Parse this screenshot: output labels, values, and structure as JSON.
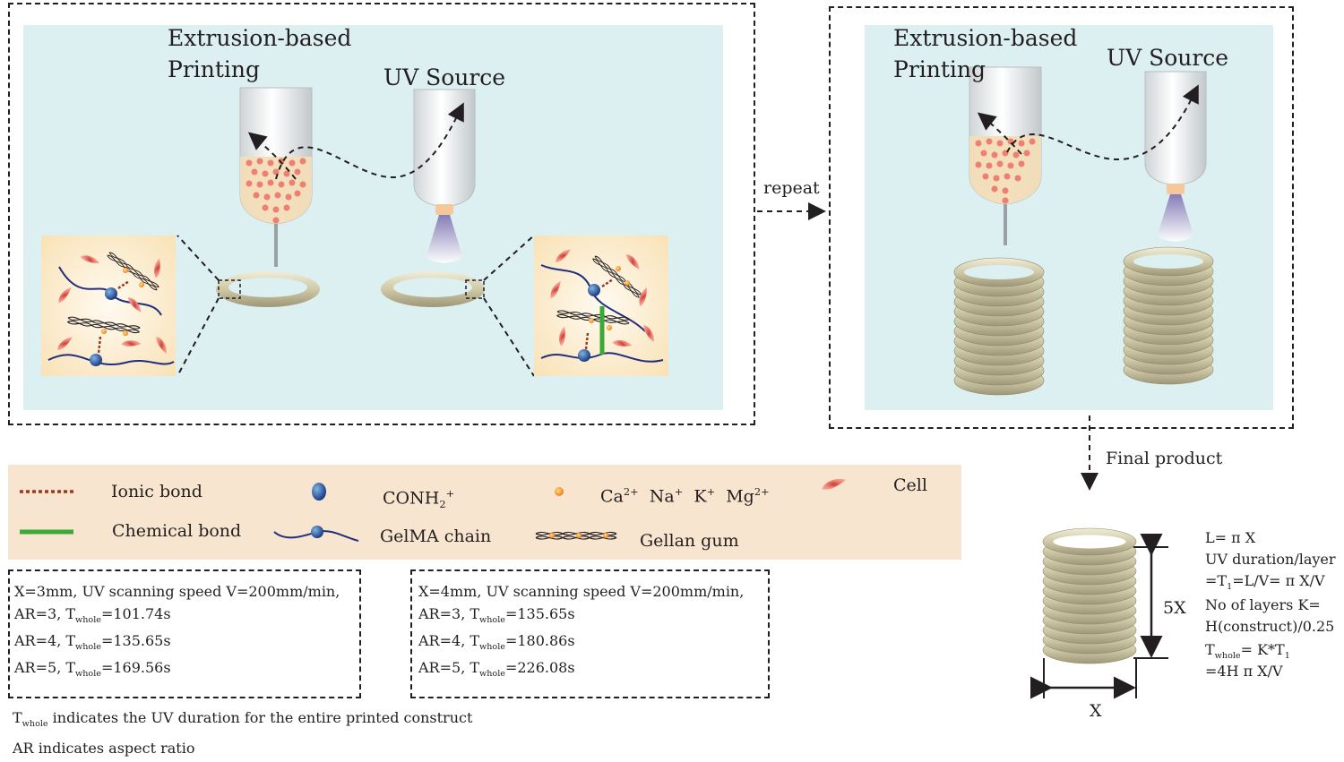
{
  "left_panel": {
    "extrusion_label_line1": "Extrusion-based",
    "extrusion_label_line2": "Printing",
    "uv_label": "UV Source"
  },
  "right_panel": {
    "extrusion_label_line1": "Extrusion-based",
    "extrusion_label_line2": "Printing",
    "uv_label": "UV Source"
  },
  "repeat_label": "repeat",
  "final_product_label": "Final product",
  "legend": {
    "ionic_bond": "Ionic bond",
    "chemical_bond": "Chemical bond",
    "conh2_main": "CONH",
    "conh2_sub": "2",
    "conh2_sup": "+",
    "ions": [
      "Ca",
      "2+",
      "Na",
      "+",
      "K",
      "+",
      "Mg",
      "2+"
    ],
    "gelma_chain": "GelMA chain",
    "cell": "Cell",
    "gellan_gum": "Gellan gum"
  },
  "box_3mm": {
    "line1": "X=3mm, UV scanning speed V=200mm/min,",
    "rows": [
      {
        "prefix": "AR=3, T",
        "sub": "whole",
        "value": "=101.74s"
      },
      {
        "prefix": "AR=4, T",
        "sub": "whole",
        "value": "=135.65s"
      },
      {
        "prefix": "AR=5, T",
        "sub": "whole",
        "value": "=169.56s"
      }
    ]
  },
  "box_4mm": {
    "line1": "X=4mm, UV scanning speed V=200mm/min,",
    "rows": [
      {
        "prefix": "AR=3, T",
        "sub": "whole",
        "value": "=135.65s"
      },
      {
        "prefix": "AR=4, T",
        "sub": "whole",
        "value": "=180.86s"
      },
      {
        "prefix": "AR=5, T",
        "sub": "whole",
        "value": "=226.08s"
      }
    ]
  },
  "notes": {
    "t_whole_t": "T",
    "t_whole_sub": "whole",
    "t_whole_text": " indicates the UV duration for the entire printed construct",
    "ar_text": "AR indicates aspect ratio"
  },
  "final_product": {
    "height_label": "5X",
    "width_label": "X",
    "formula": {
      "l": "L= π X",
      "uv_duration": "UV duration/layer",
      "t1_prefix": "=T",
      "t1_sub": "1",
      "t1_value": "=L/V= π X/V",
      "no_layers": "No of layers K=",
      "h_construct": "H(construct)/0.25",
      "twhole_t": "T",
      "twhole_sub": "whole",
      "twhole_eq": "= K*T",
      "twhole_eq_sub": "1",
      "twhole_result": "=4H π X/V"
    }
  },
  "colors": {
    "panel_bg": "#dceff1",
    "legend_bg": "#f8e5cf",
    "ink_fill": "#f2ddb8",
    "cell": "#ee7f72",
    "chemical_bond": "#3aa935",
    "ionic_bond": "#9a3a24",
    "gelma": "#1f2f7d",
    "coil": "#d8d3b4"
  }
}
